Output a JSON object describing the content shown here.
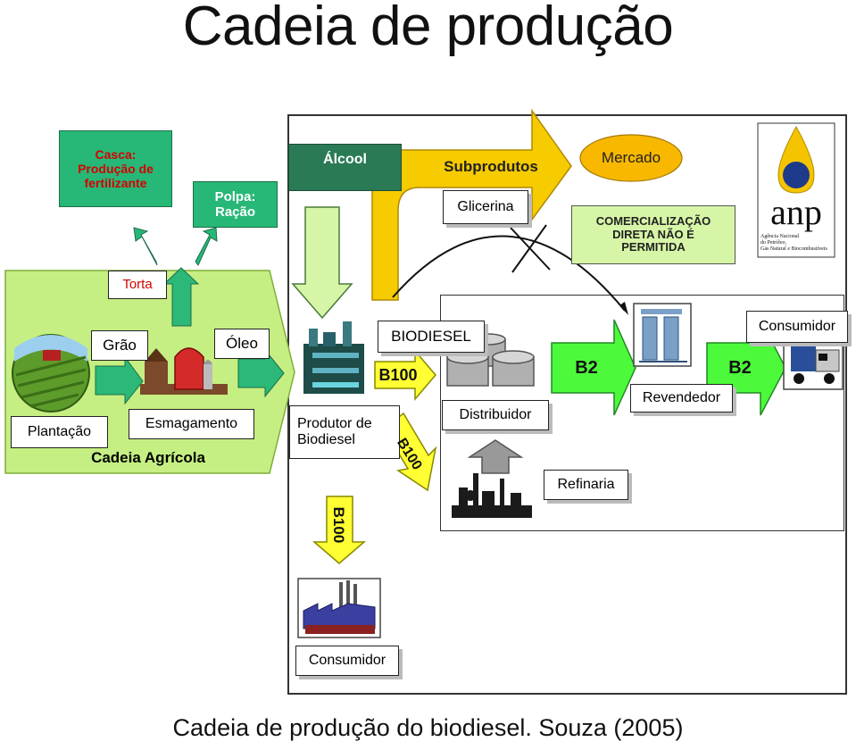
{
  "title": "Cadeia de produção",
  "caption": "Cadeia de produção do biodiesel. Souza (2005)",
  "colors": {
    "agri_green": "#c5ef82",
    "teal_box": "#27b777",
    "dark_teal": "#2a7a55",
    "yellow": "#f6cb00",
    "arrow_yellow": "#ffff33",
    "arrow_green": "#4cfa3b",
    "light_green_box": "#d6f5a7",
    "mercado_orange": "#f8b800",
    "red_text": "#d40000"
  },
  "diagram": {
    "casca_box": {
      "line1": "Casca:",
      "line2": "Produção de",
      "line3": "fertilizante"
    },
    "polpa_box": {
      "line1": "Polpa:",
      "line2": "Ração"
    },
    "torta": "Torta",
    "grao": "Grão",
    "oleo": "Óleo",
    "plantacao": "Plantação",
    "esmagamento": "Esmagamento",
    "cadeia_agricola": "Cadeia Agrícola",
    "alcool": "Álcool",
    "subprodutos": "Subprodutos",
    "glicerina": "Glicerina",
    "mercado": "Mercado",
    "comercializacao": {
      "line1": "COMERCIALIZAÇÃO",
      "line2": "DIRETA NÃO É",
      "line3": "PERMITIDA"
    },
    "anp_logo": {
      "text": "anp",
      "line1": "Agência Nacional",
      "line2": "do Petróleo,",
      "line3": "Gás Natural e Biocombustíveis"
    },
    "biodiesel": "BIODIESEL",
    "b100_main": "B100",
    "produtor": {
      "line1": "Produtor de",
      "line2": "Biodiesel"
    },
    "b100_diag": "B100",
    "b100_down": "B100",
    "distribuidor": "Distribuidor",
    "b2_first": "B2",
    "revendedor": "Revendedor",
    "b2_second": "B2",
    "consumidor_right": "Consumidor",
    "refinaria": "Refinaria",
    "consumidor_bottom": "Consumidor"
  }
}
